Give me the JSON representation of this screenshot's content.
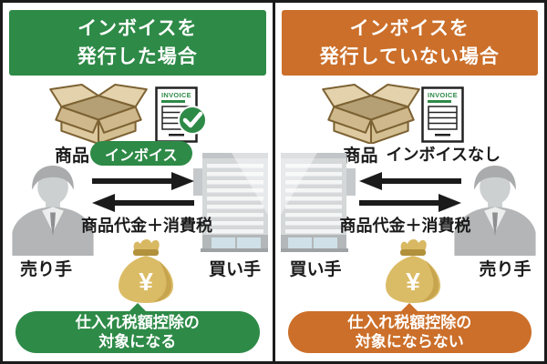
{
  "colors": {
    "green": "#2e8a47",
    "orange": "#cb6f2a",
    "black": "#1b1b1b",
    "box_tan": "#decaa0",
    "bag_gold": "#dbbc66"
  },
  "panels": {
    "left": {
      "header_line1": "インボイスを",
      "header_line2": "発行した場合",
      "goods_label": "商品",
      "invoice_badge": "インボイス",
      "doc_title": "INVOICE",
      "payment_label": "商品代金＋消費税",
      "seller_label": "売り手",
      "buyer_label": "買い手",
      "money_symbol": "¥",
      "result_line1": "仕入れ税額控除の",
      "result_line2": "対象になる"
    },
    "right": {
      "header_line1": "インボイスを",
      "header_line2": "発行していない場合",
      "goods_label": "商品",
      "invoice_note": "インボイスなし",
      "doc_title": "INVOICE",
      "payment_label": "商品代金＋消費税",
      "seller_label": "売り手",
      "buyer_label": "買い手",
      "money_symbol": "¥",
      "result_line1": "仕入れ税額控除の",
      "result_line2": "対象にならない"
    }
  }
}
